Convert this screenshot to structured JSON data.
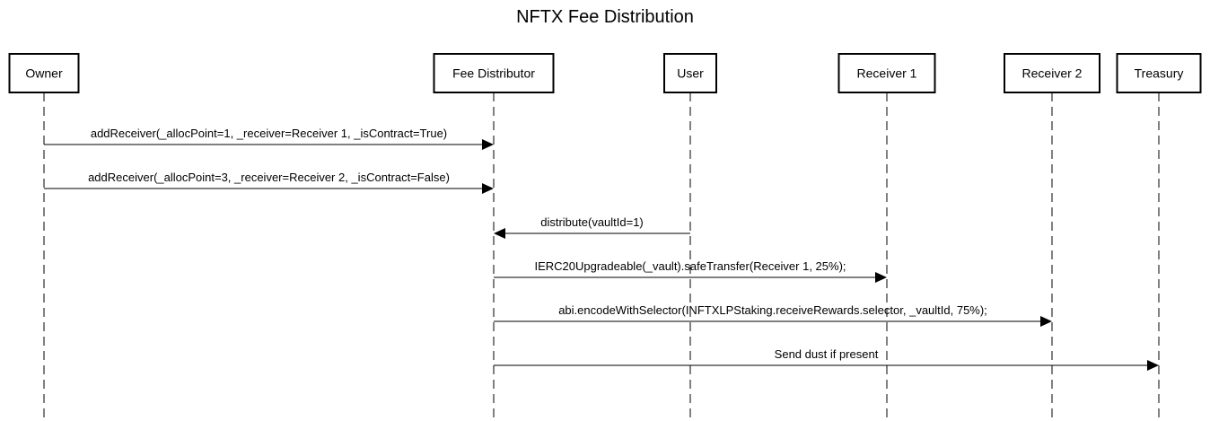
{
  "title": "NFTX Fee Distribution",
  "participants": [
    {
      "id": "owner",
      "label": "Owner"
    },
    {
      "id": "fee-distributor",
      "label": "Fee Distributor"
    },
    {
      "id": "user",
      "label": "User"
    },
    {
      "id": "receiver-1",
      "label": "Receiver 1"
    },
    {
      "id": "receiver-2",
      "label": "Receiver 2"
    },
    {
      "id": "treasury",
      "label": "Treasury"
    }
  ],
  "messages": [
    {
      "from": "owner",
      "to": "fee-distributor",
      "label": "addReceiver(_allocPoint=1, _receiver=Receiver 1, _isContract=True)"
    },
    {
      "from": "owner",
      "to": "fee-distributor",
      "label": "addReceiver(_allocPoint=3, _receiver=Receiver 2, _isContract=False)"
    },
    {
      "from": "user",
      "to": "fee-distributor",
      "label": "distribute(vaultId=1)"
    },
    {
      "from": "fee-distributor",
      "to": "receiver-1",
      "label": "IERC20Upgradeable(_vault).safeTransfer(Receiver 1, 25%);"
    },
    {
      "from": "fee-distributor",
      "to": "receiver-2",
      "label": "abi.encodeWithSelector(INFTXLPStaking.receiveRewards.selector, _vaultId, 75%);"
    },
    {
      "from": "fee-distributor",
      "to": "treasury",
      "label": "Send dust if present"
    }
  ]
}
